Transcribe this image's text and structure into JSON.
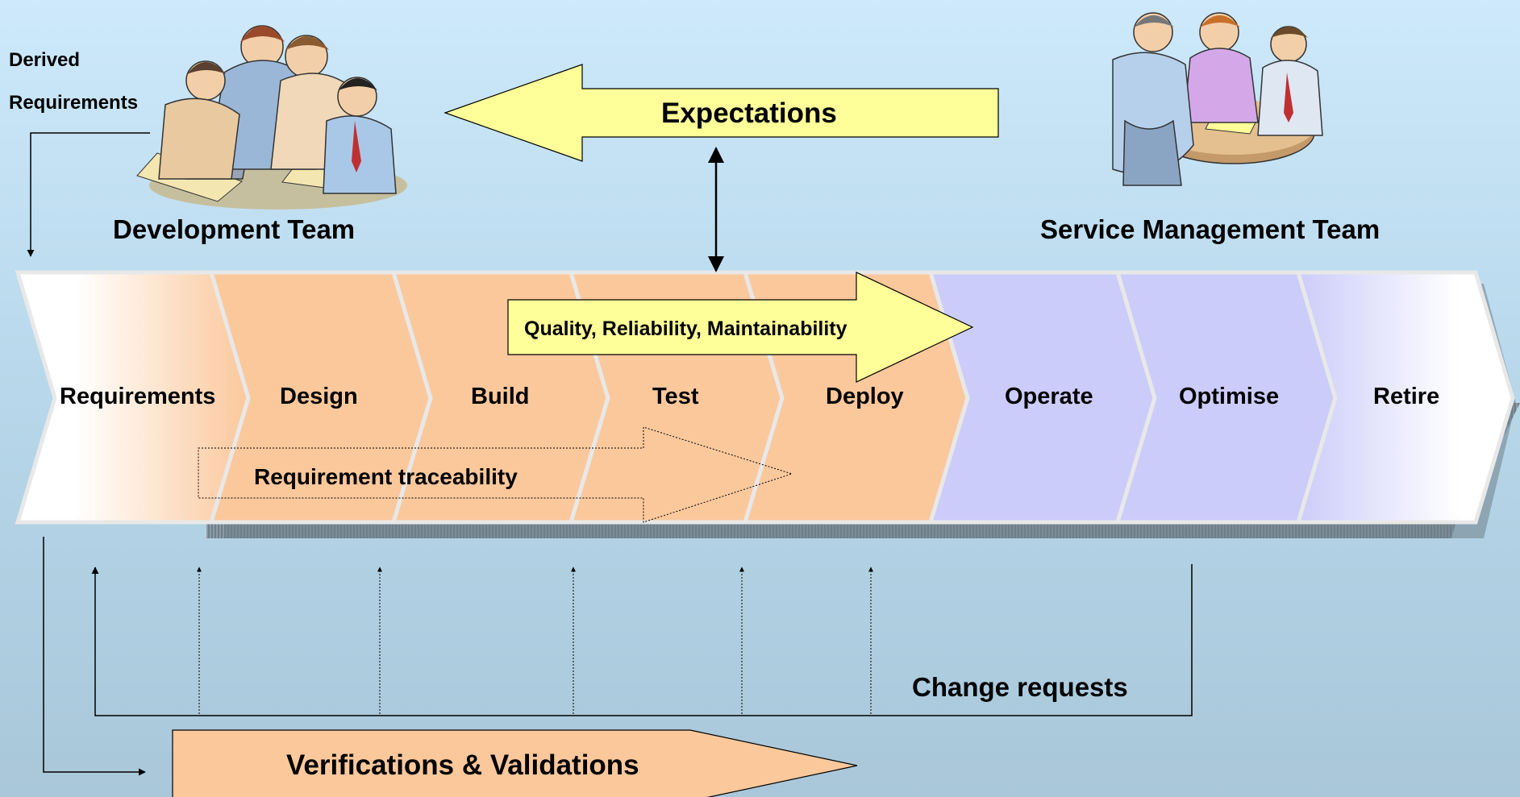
{
  "labels": {
    "derived": "Derived",
    "requirements_note": "Requirements",
    "dev_team": "Development Team",
    "svc_team": "Service Management Team",
    "expectations": "Expectations",
    "quality": "Quality, Reliability, Maintainability",
    "traceability": "Requirement traceability",
    "change_requests": "Change requests",
    "verifications": "Verifications & Validations"
  },
  "stages": [
    {
      "label": "Requirements",
      "group": "development"
    },
    {
      "label": "Design",
      "group": "development"
    },
    {
      "label": "Build",
      "group": "development"
    },
    {
      "label": "Test",
      "group": "development"
    },
    {
      "label": "Deploy",
      "group": "development"
    },
    {
      "label": "Operate",
      "group": "service"
    },
    {
      "label": "Optimise",
      "group": "service"
    },
    {
      "label": "Retire",
      "group": "service"
    }
  ],
  "colors": {
    "development_stage": "#fbc89c",
    "service_stage": "#ccccfa",
    "callout_yellow": "#ffff99",
    "verification_fill": "#fbc89c",
    "line": "#000000"
  },
  "images": {
    "development_team": "people-meeting-laptop-clipart",
    "service_team": "people-round-table-clipart"
  }
}
